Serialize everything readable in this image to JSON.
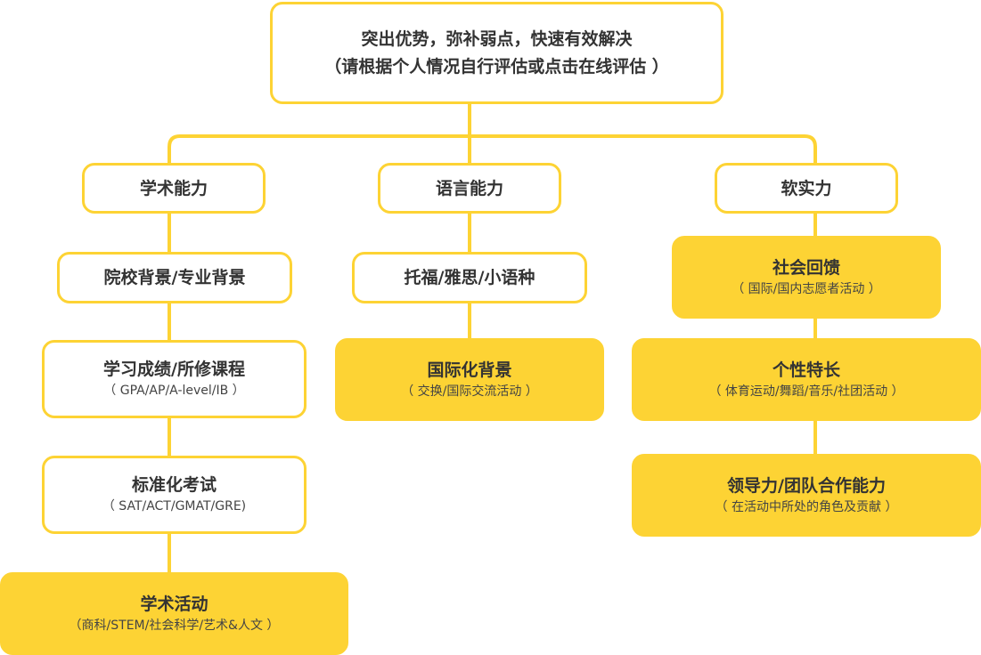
{
  "root": {
    "line1": "突出优势，弥补弱点，快速有效解决",
    "line2": "（请根据个人情况自行评估或点击在线评估 ）"
  },
  "categories": {
    "academic": "学术能力",
    "language": "语言能力",
    "soft": "软实力"
  },
  "academic_items": [
    {
      "title": "院校背景/专业背景",
      "sub": ""
    },
    {
      "title": "学习成绩/所修课程",
      "sub": "（ GPA/AP/A-level/IB ）"
    },
    {
      "title": "标准化考试",
      "sub": "（ SAT/ACT/GMAT/GRE)"
    },
    {
      "title": "学术活动",
      "sub": "（商科/STEM/社会科学/艺术&人文 ）"
    }
  ],
  "language_items": [
    {
      "title": "托福/雅思/小语种",
      "sub": ""
    },
    {
      "title": "国际化背景",
      "sub": "（ 交换/国际交流活动 ）"
    }
  ],
  "soft_items": [
    {
      "title": "社会回馈",
      "sub": "（ 国际/国内志愿者活动 ）"
    },
    {
      "title": "个性特长",
      "sub": "（ 体育运动/舞蹈/音乐/社团活动 ）"
    },
    {
      "title": "领导力/团队合作能力",
      "sub": "（ 在活动中所处的角色及贡献 ）"
    }
  ],
  "colors": {
    "accent": "#fdd334",
    "text": "#333333"
  }
}
